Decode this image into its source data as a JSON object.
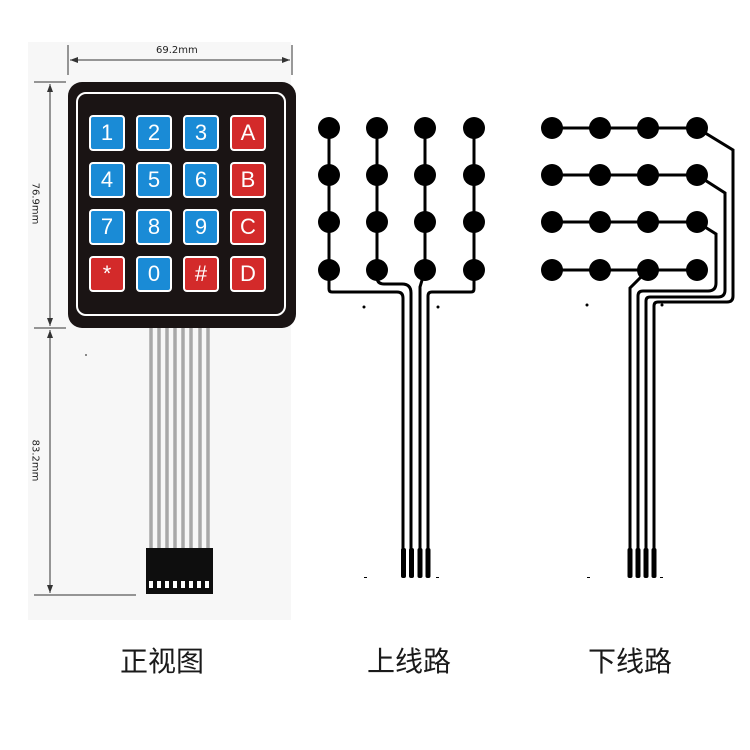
{
  "front_view": {
    "caption": "正视图",
    "dimensions": {
      "width": "69.2mm",
      "keypad_height": "76.9mm",
      "cable_height": "83.2mm"
    },
    "keypad": {
      "rows": [
        [
          {
            "label": "1",
            "color": "blue"
          },
          {
            "label": "2",
            "color": "blue"
          },
          {
            "label": "3",
            "color": "blue"
          },
          {
            "label": "A",
            "color": "red"
          }
        ],
        [
          {
            "label": "4",
            "color": "blue"
          },
          {
            "label": "5",
            "color": "blue"
          },
          {
            "label": "6",
            "color": "blue"
          },
          {
            "label": "B",
            "color": "red"
          }
        ],
        [
          {
            "label": "7",
            "color": "blue"
          },
          {
            "label": "8",
            "color": "blue"
          },
          {
            "label": "9",
            "color": "blue"
          },
          {
            "label": "C",
            "color": "red"
          }
        ],
        [
          {
            "label": "*",
            "color": "red"
          },
          {
            "label": "0",
            "color": "blue"
          },
          {
            "label": "#",
            "color": "red"
          },
          {
            "label": "D",
            "color": "red"
          }
        ]
      ],
      "colors": {
        "blue": "#1a8bd6",
        "red": "#d32a2a",
        "body": "#1a1414"
      }
    },
    "cable_wires": 8,
    "connector_pins": 8
  },
  "upper_circuit": {
    "caption": "上线路",
    "layout": "4 columns x 4 pads, columns connected vertically",
    "leads": 4
  },
  "lower_circuit": {
    "caption": "下线路",
    "layout": "4 rows x 4 pads, rows connected horizontally",
    "leads": 4
  }
}
